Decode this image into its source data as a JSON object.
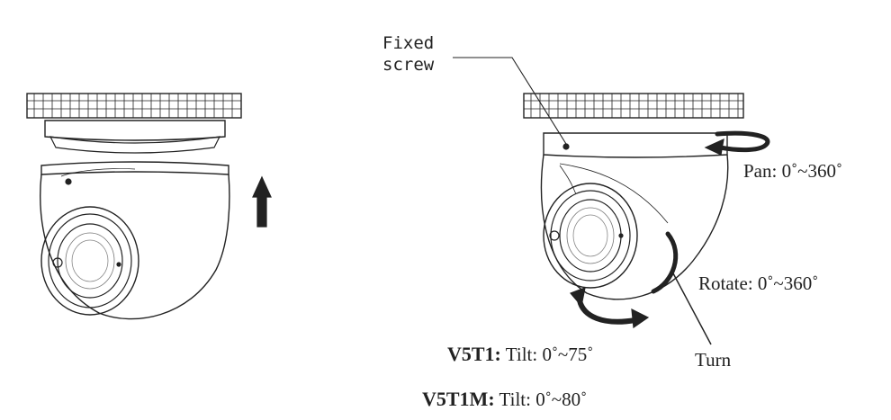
{
  "labels": {
    "fixed_screw_line1": "Fixed",
    "fixed_screw_line2": "screw",
    "pan": "Pan: 0˚~360˚",
    "rotate": "Rotate: 0˚~360˚",
    "turn": "Turn",
    "tilt_v5t1_model": "V5T1:",
    "tilt_v5t1_range": "Tilt: 0˚~75˚",
    "tilt_v5t1m_model": "V5T1M:",
    "tilt_v5t1m_range": "Tilt: 0˚~80˚"
  },
  "icons": [
    "up-arrow-icon",
    "pan-arrow-icon",
    "rotate-arc-icon",
    "tilt-arrow-icon"
  ],
  "colors": {
    "line": "#222222",
    "light_line": "#555555",
    "background": "#ffffff"
  }
}
